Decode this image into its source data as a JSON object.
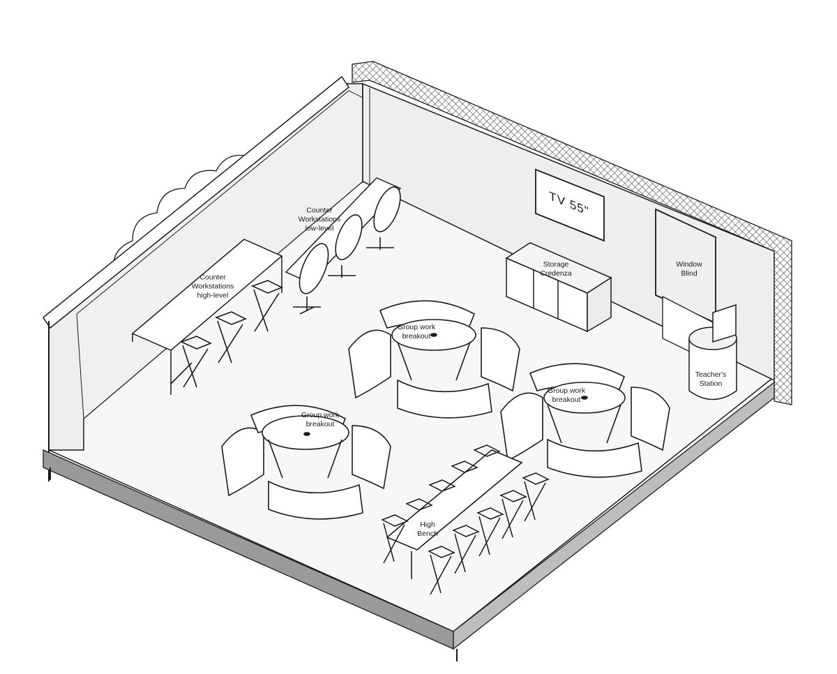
{
  "labels": {
    "tv": "TV 55\"",
    "counter_low": [
      "Counter",
      "Workstations",
      "low-level"
    ],
    "counter_high": [
      "Counter",
      "Workstations",
      "high-level"
    ],
    "storage": [
      "Storage",
      "Credenza"
    ],
    "window": [
      "Window",
      "Blind"
    ],
    "teacher": [
      "Teacher's",
      "Station"
    ],
    "group_1": [
      "Group work",
      "breakout"
    ],
    "group_2": [
      "Group work",
      "breakout"
    ],
    "group_3": [
      "Group work",
      "breakout"
    ],
    "bench": [
      "High",
      "Bench"
    ]
  },
  "colors": {
    "stroke": "#1a1a1a",
    "wall_fill": "#efefef",
    "floor_fill": "#f6f6f6",
    "slab": "#9a9a9a",
    "hatch": "#444444",
    "paper": "#ffffff"
  }
}
